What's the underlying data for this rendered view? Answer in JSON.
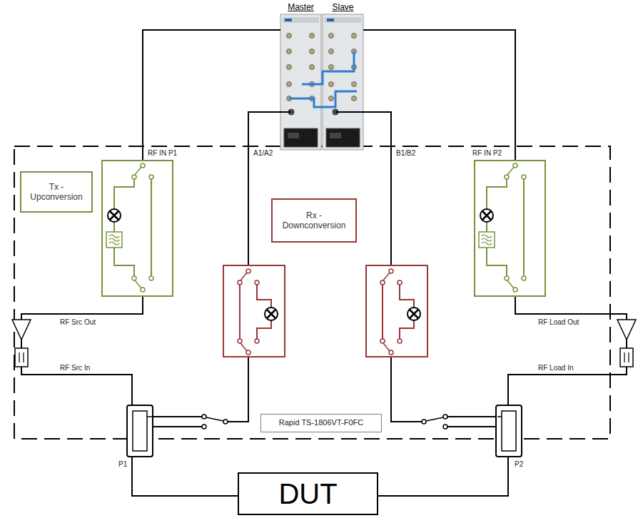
{
  "diagram": {
    "nodes": [
      {
        "text": [
          "Master"
        ]
      },
      {
        "text": [
          "Slave"
        ]
      },
      {
        "text": [
          "Tx - Upconversion"
        ]
      },
      {
        "text": [
          "Rx - Downconversion"
        ]
      },
      {
        "text": [
          "Rapid TS-1806VT-F0FC"
        ]
      },
      {
        "text": [
          "DUT"
        ]
      }
    ],
    "labels": [
      "RF IN P1",
      "A1/A2",
      "B1/B2",
      "RF IN P2",
      "RF Src Out",
      "RF Src In",
      "RF Load Out",
      "RF Load In",
      "P1",
      "P2"
    ]
  }
}
